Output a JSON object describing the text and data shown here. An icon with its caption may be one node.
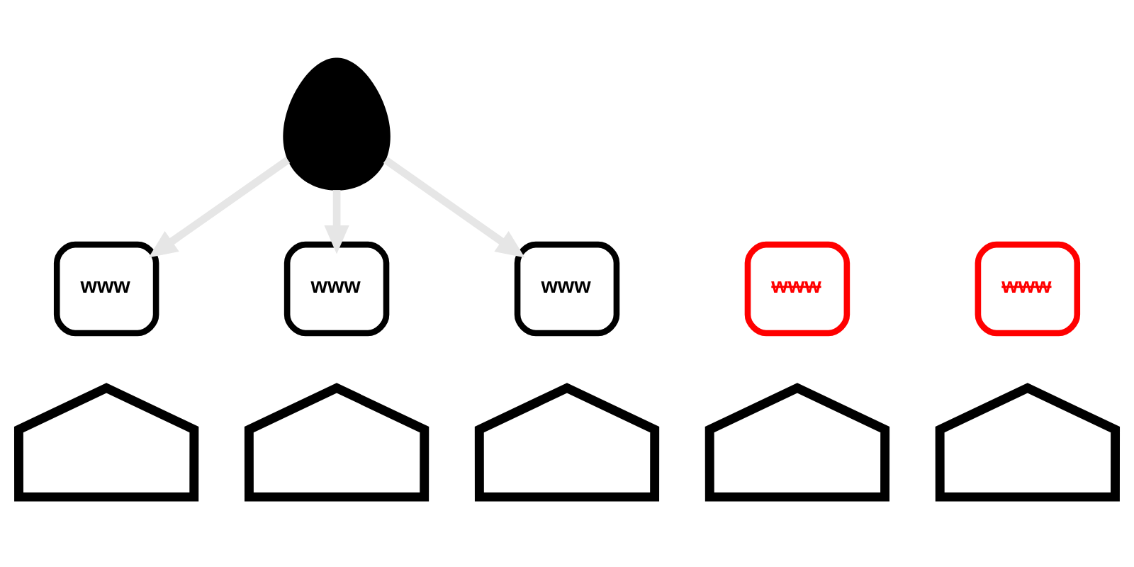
{
  "diagram": {
    "nodes": [
      {
        "text": [],
        "shape": "person"
      },
      {
        "text": [
          "www"
        ]
      },
      {
        "text": [
          "www"
        ]
      },
      {
        "text": [
          "www"
        ]
      },
      {
        "text": [
          "www"
        ]
      },
      {
        "text": [
          "www"
        ]
      },
      {
        "text": [],
        "shape": "house"
      },
      {
        "text": [],
        "shape": "house"
      },
      {
        "text": [],
        "shape": "house"
      },
      {
        "text": [],
        "shape": "house"
      },
      {
        "text": [],
        "shape": "house"
      }
    ],
    "edges": [
      {
        "from": 0,
        "to": 1,
        "arrow": "to"
      },
      {
        "from": 0,
        "to": 2,
        "arrow": "to"
      },
      {
        "from": 0,
        "to": 3,
        "arrow": "to"
      }
    ]
  }
}
